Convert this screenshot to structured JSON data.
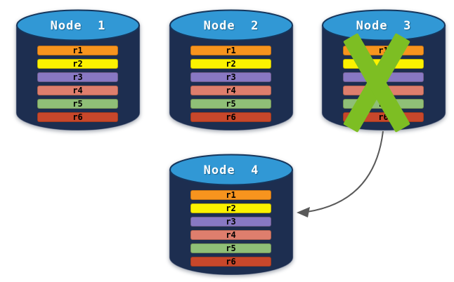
{
  "canvas": {
    "background": "#FFFFFF"
  },
  "palette": {
    "cylinder_body": "#1D2E50",
    "cylinder_top": "#3198D5",
    "cylinder_top_stroke": "#16365C",
    "failure_x": "#7DBE23",
    "arrow": "#595959"
  },
  "replicas": [
    {
      "label": "r1",
      "color": "#F7941E"
    },
    {
      "label": "r2",
      "color": "#FBF200"
    },
    {
      "label": "r3",
      "color": "#8878C3"
    },
    {
      "label": "r4",
      "color": "#DE7E6D"
    },
    {
      "label": "r5",
      "color": "#8FBF77"
    },
    {
      "label": "r6",
      "color": "#C8472B"
    }
  ],
  "nodes": [
    {
      "label": "Node  1",
      "failed": false
    },
    {
      "label": "Node  2",
      "failed": false
    },
    {
      "label": "Node  3",
      "failed": true
    },
    {
      "label": "Node  4",
      "failed": false
    }
  ],
  "arrow": {
    "from": "Node 3",
    "to": "Node 4"
  }
}
